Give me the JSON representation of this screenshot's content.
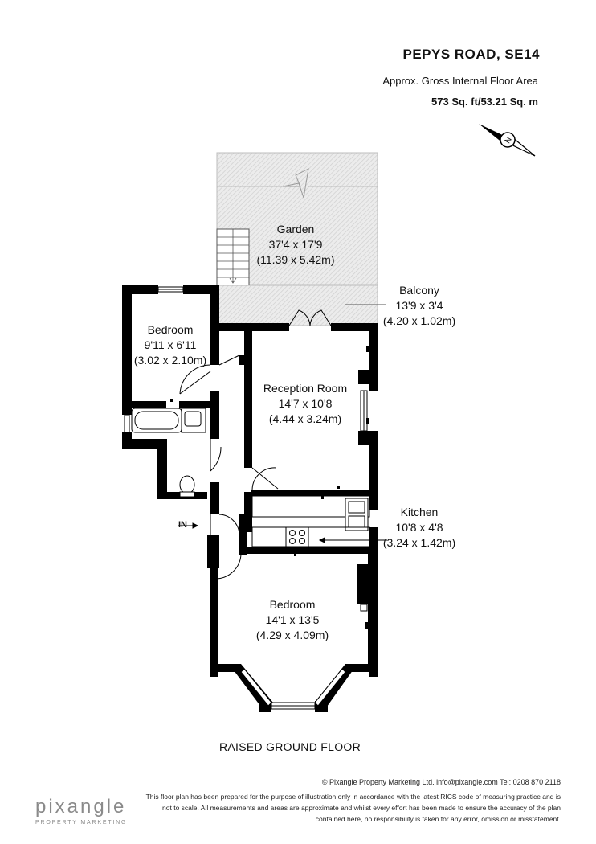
{
  "header": {
    "title": "PEPYS ROAD, SE14",
    "subtitle": "Approx. Gross Internal Floor Area",
    "area": "573 Sq. ft/53.21 Sq. m"
  },
  "compass": {
    "label": "N"
  },
  "rooms": {
    "garden": {
      "name": "Garden",
      "imperial": "37'4 x 17'9",
      "metric": "(11.39 x 5.42m)"
    },
    "balcony": {
      "name": "Balcony",
      "imperial": "13'9 x 3'4",
      "metric": "(4.20 x 1.02m)"
    },
    "bedroom1": {
      "name": "Bedroom",
      "imperial": "9'11 x 6'11",
      "metric": "(3.02 x 2.10m)"
    },
    "reception": {
      "name": "Reception Room",
      "imperial": "14'7 x 10'8",
      "metric": "(4.44 x 3.24m)"
    },
    "kitchen": {
      "name": "Kitchen",
      "imperial": "10'8 x 4'8",
      "metric": "(3.24 x 1.42m)"
    },
    "bedroom2": {
      "name": "Bedroom",
      "imperial": "14'1 x 13'5",
      "metric": "(4.29 x 4.09m)"
    }
  },
  "entrance_label": "IN",
  "floor_name": "RAISED GROUND FLOOR",
  "footer": {
    "line1": "© Pixangle Property Marketing Ltd. info@pixangle.com Tel: 0208 870 2118",
    "line2": "This floor plan has been prepared for the purpose of illustration only in accordance with the latest RICS code of measuring practice and is",
    "line3": "not to scale. All measurements and areas are approximate and whilst every effort has been made to ensure the accuracy of the plan",
    "line4": "contained here, no responsibility is taken for any error, omission or misstatement."
  },
  "logo": {
    "name": "pixangle",
    "tagline": "PROPERTY MARKETING"
  },
  "colors": {
    "wall": "#000000",
    "hatch": "#d9d9d9",
    "text": "#111111",
    "logo": "#8a8a8a"
  }
}
